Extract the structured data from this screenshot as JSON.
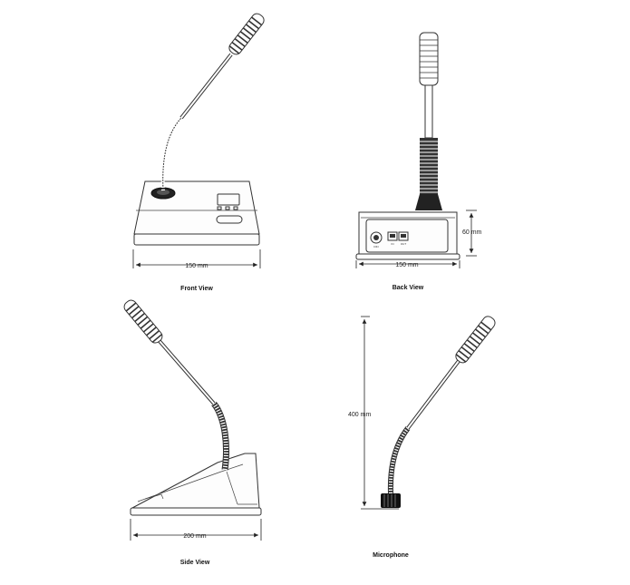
{
  "views": {
    "front": {
      "caption": "Front View",
      "width_dim": "150 mm"
    },
    "back": {
      "caption": "Back View",
      "width_dim": "150 mm",
      "height_dim": "60 mm"
    },
    "side": {
      "caption": "Side View",
      "depth_dim": "200 mm"
    },
    "microphone": {
      "caption": "Microphone",
      "length_dim": "400 mm"
    }
  },
  "colors": {
    "line": "#333333",
    "background": "#ffffff",
    "capsule": "#222222"
  }
}
